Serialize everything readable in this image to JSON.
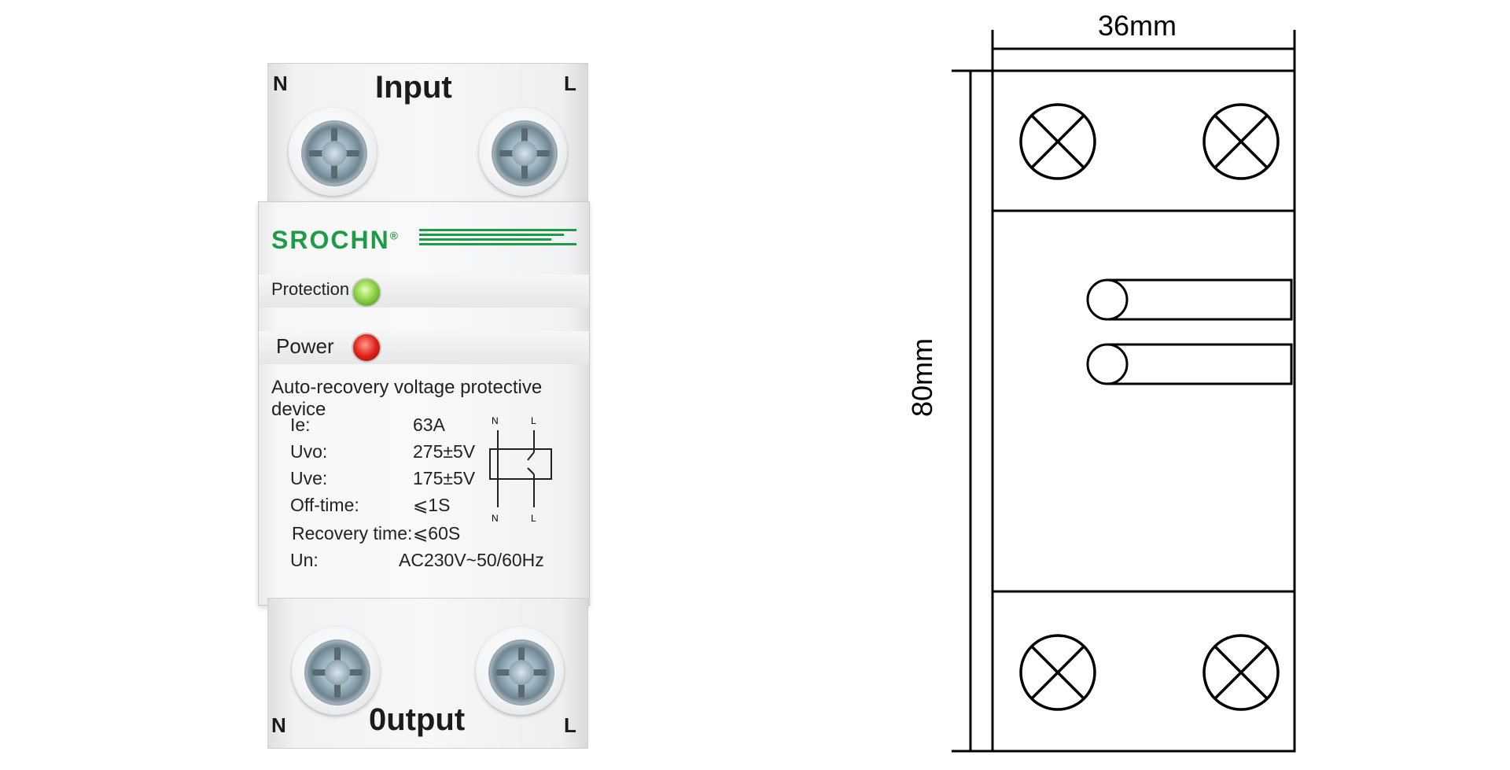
{
  "device": {
    "input_label": "Input",
    "output_label": "0utput",
    "terminal_left": "N",
    "terminal_right": "L",
    "brand": "SROCHN",
    "brand_mark": "®",
    "brand_color": "#1f9b48",
    "protection_label": "Protection",
    "power_label": "Power",
    "description": "Auto-recovery voltage protective device",
    "specs": [
      {
        "label": "Ie:",
        "value": "63A"
      },
      {
        "label": "Uvo:",
        "value": "275±5V"
      },
      {
        "label": "Uve:",
        "value": "175±5V"
      },
      {
        "label": "Off-time:",
        "value": "⩽1S"
      },
      {
        "label": "Recovery time:",
        "value": "⩽60S"
      },
      {
        "label": "Un:",
        "value": "AC230V~50/60Hz"
      }
    ],
    "symbol_n": "N",
    "symbol_l": "L"
  },
  "drawing": {
    "width_label": "36mm",
    "height_label": "80mm"
  }
}
